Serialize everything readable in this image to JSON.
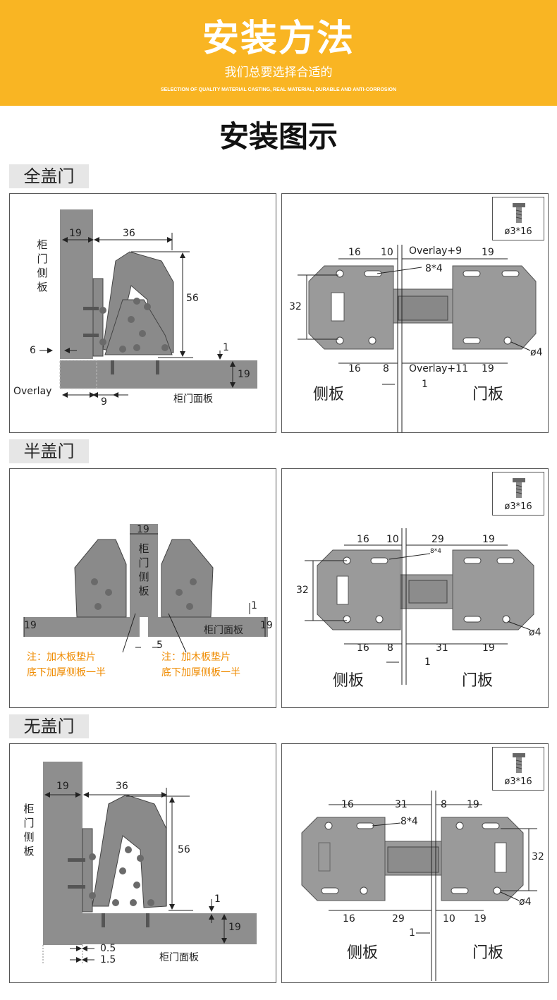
{
  "banner": {
    "title": "安装方法",
    "subtitle": "我们总要选择合适的",
    "english": "SELECTION OF QUALITY MATERIAL CASTING, REAL MATERIAL, DURABLE AND ANTI-CORROSION"
  },
  "page_title": "安装图示",
  "screw_label": "ø3*16",
  "sections": [
    {
      "label": "全盖门",
      "left": {
        "side_panel": [
          "柜",
          "门",
          "侧",
          "板"
        ],
        "dim_19": "19",
        "dim_36": "36",
        "dim_56": "56",
        "dim_6": "6",
        "dim_1": "1",
        "dim_19b": "19",
        "overlay": "Overlay",
        "dim_9": "9",
        "face_panel": "柜门面板"
      },
      "right": {
        "top_16": "16",
        "top_10": "10",
        "top_overlay": "Overlay+9",
        "top_19": "19",
        "slot": "8*4",
        "height_32": "32",
        "hole": "ø4",
        "bot_16": "16",
        "bot_8": "8",
        "bot_overlay": "Overlay+11",
        "bot_19": "19",
        "gap_1": "1",
        "side": "侧板",
        "door": "门板"
      }
    },
    {
      "label": "半盖门",
      "left": {
        "dim_19": "19",
        "side_panel": [
          "柜",
          "门",
          "侧",
          "板"
        ],
        "dim_1": "1",
        "dim_19l": "19",
        "dim_19r": "19",
        "face_panel": "柜门面板",
        "dim_5": "5",
        "note_left": [
          "注：加木板垫片",
          "底下加厚侧板一半"
        ],
        "note_right": [
          "注：加木板垫片",
          "底下加厚侧板一半"
        ]
      },
      "right": {
        "top_16": "16",
        "top_10": "10",
        "top_29": "29",
        "top_19": "19",
        "slot": "8*4",
        "height_32": "32",
        "hole": "ø4",
        "bot_16": "16",
        "bot_8": "8",
        "bot_31": "31",
        "bot_19": "19",
        "gap_1": "1",
        "side": "侧板",
        "door": "门板"
      }
    },
    {
      "label": "无盖门",
      "left": {
        "side_panel": [
          "柜",
          "门",
          "侧",
          "板"
        ],
        "dim_19": "19",
        "dim_36": "36",
        "dim_56": "56",
        "dim_1": "1",
        "dim_19b": "19",
        "dim_05": "0.5",
        "dim_15": "1.5",
        "face_panel": "柜门面板"
      },
      "right": {
        "top_16": "16",
        "top_31": "31",
        "top_8": "8",
        "top_19": "19",
        "slot": "8*4",
        "height_32": "32",
        "hole": "ø4",
        "bot_16": "16",
        "bot_29": "29",
        "bot_10": "10",
        "bot_19": "19",
        "gap_1": "1",
        "side": "侧板",
        "door": "门板"
      }
    }
  ]
}
